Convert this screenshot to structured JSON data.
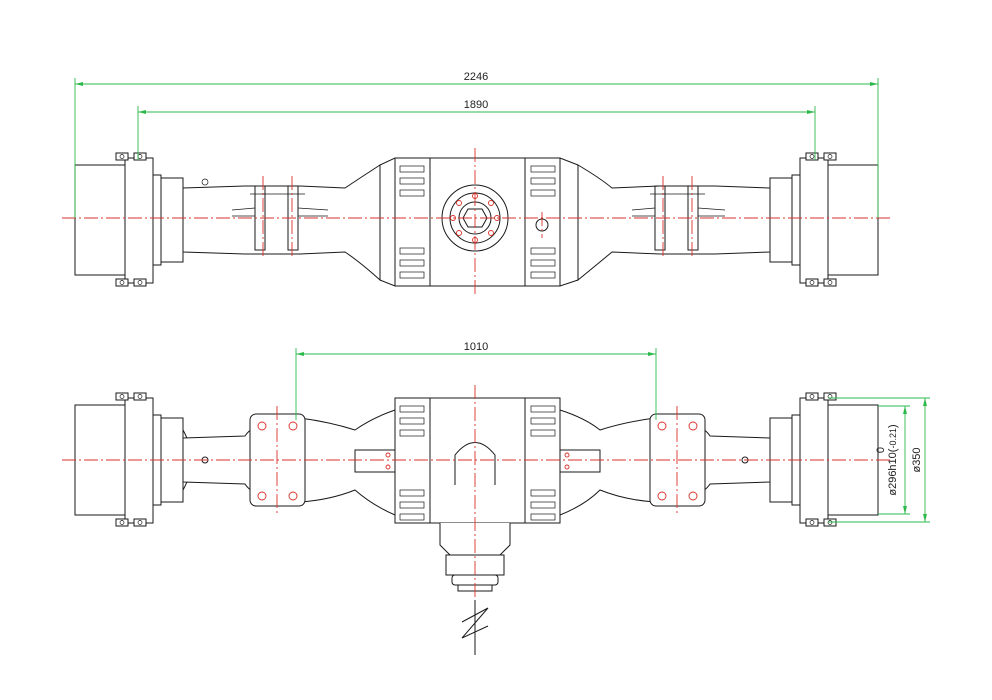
{
  "dimensions": {
    "overall_width": "2246",
    "wheel_track": "1890",
    "spring_centers": "1010",
    "flange_pilot": "ø296h10",
    "flange_pilot_tol_upper": "0",
    "flange_pilot_tol_lower": "-0.21",
    "flange_outer": "ø350"
  },
  "colors": {
    "outline": "#1a1a1a",
    "centerline": "#d9302a",
    "dimension": "#2db84b"
  },
  "icons": {
    "break_symbol": "zigzag-break-icon"
  }
}
